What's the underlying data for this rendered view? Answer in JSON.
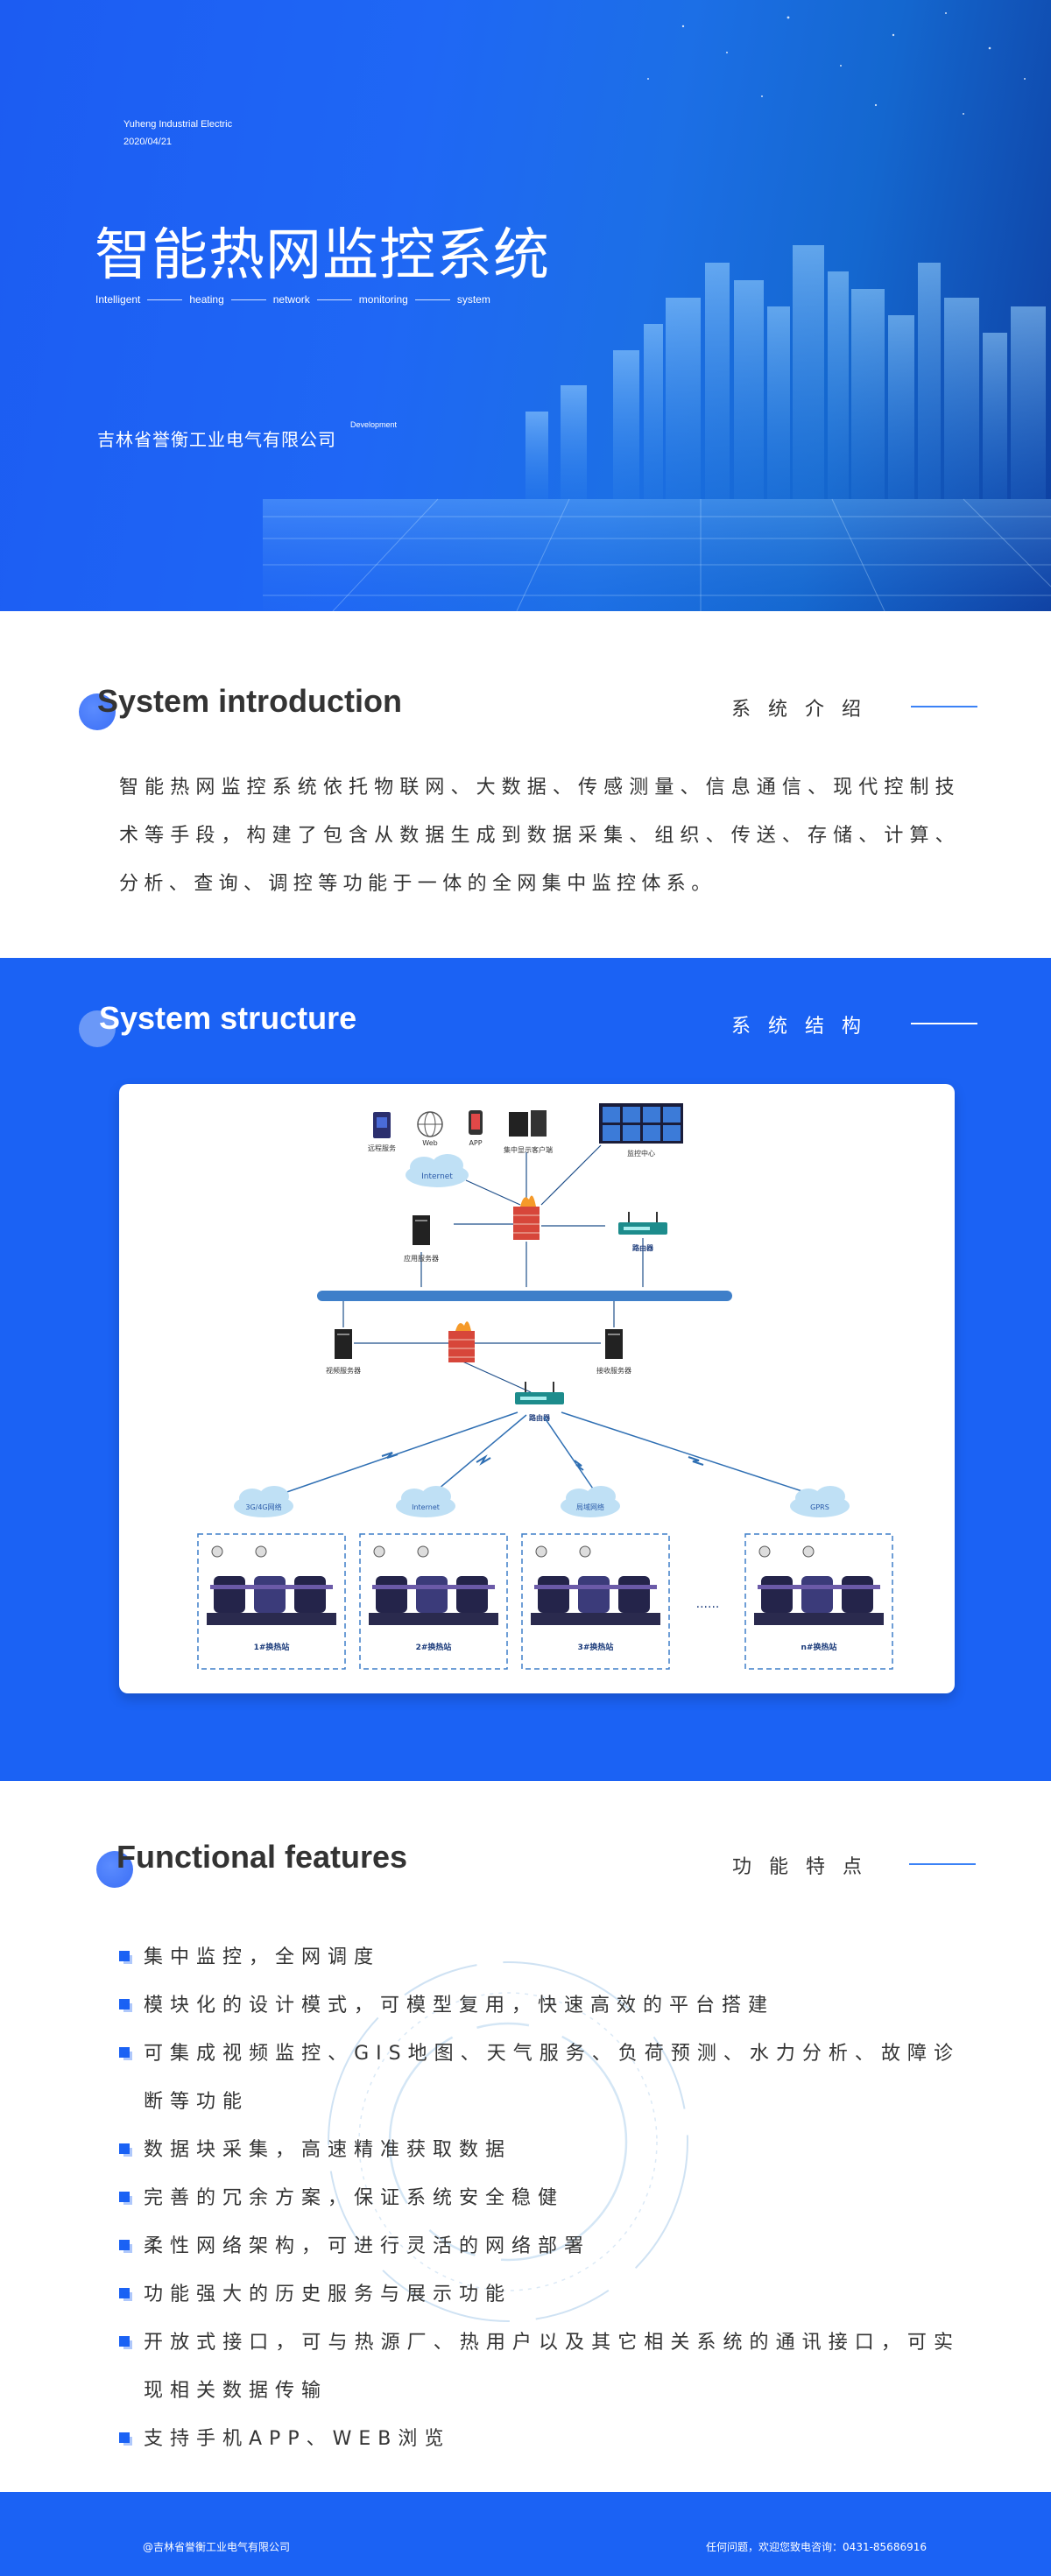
{
  "hero": {
    "company_en": "Yuheng Industrial Electric",
    "date": "2020/04/21",
    "title": "智能热网监控系统",
    "keywords": [
      "Intelligent",
      "heating",
      "network",
      "monitoring",
      "system"
    ],
    "company_cn": "吉林省誉衡工业电气有限公司",
    "dev_label": "Development"
  },
  "intro": {
    "heading_en": "System introduction",
    "heading_cn": "系统介绍",
    "text": "智能热网监控系统依托物联网、大数据、传感测量、信息通信、现代控制技术等手段，构建了包含从数据生成到数据采集、组织、传送、存储、计算、分析、查询、调控等功能于一体的全网集中监控体系。"
  },
  "structure": {
    "heading_en": "System structure",
    "heading_cn": "系统结构",
    "diagram": {
      "remote_service": "远程服务",
      "web": "Web",
      "app": "APP",
      "display_client": "集中显示客户端",
      "monitor_center": "监控中心",
      "internet": "Internet",
      "app_server": "应用服务器",
      "router": "路由器",
      "video_server": "视频服务器",
      "data_server": "接收服务器",
      "cloud_1": "3G/4G网络",
      "cloud_2": "Internet",
      "cloud_3": "局域网络",
      "cloud_4": "GPRS",
      "station_1": "1#换热站",
      "station_2": "2#换热站",
      "station_3": "3#换热站",
      "station_n": "n#换热站",
      "ellipsis": "......"
    }
  },
  "features": {
    "heading_en": "Functional features",
    "heading_cn": "功能特点",
    "items": [
      "集中监控，全网调度",
      "模块化的设计模式，可模型复用，快速高效的平台搭建",
      "可集成视频监控、GIS地图、天气服务、负荷预测、水力分析、故障诊断等功能",
      "数据块采集，高速精准获取数据",
      "完善的冗余方案，保证系统安全稳健",
      "柔性网络架构，可进行灵活的网络部署",
      "功能强大的历史服务与展示功能",
      "开放式接口，可与热源厂、热用户以及其它相关系统的通讯接口，可实现相关数据传输",
      "支持手机APP、WEB浏览"
    ]
  },
  "footer": {
    "left": "@吉林省誉衡工业电气有限公司",
    "right": "任何问题，欢迎您致电咨询：0431-85686916"
  },
  "colors": {
    "primary": "#1b62f4",
    "text": "#333333",
    "accent_line": "#1b62f4"
  }
}
